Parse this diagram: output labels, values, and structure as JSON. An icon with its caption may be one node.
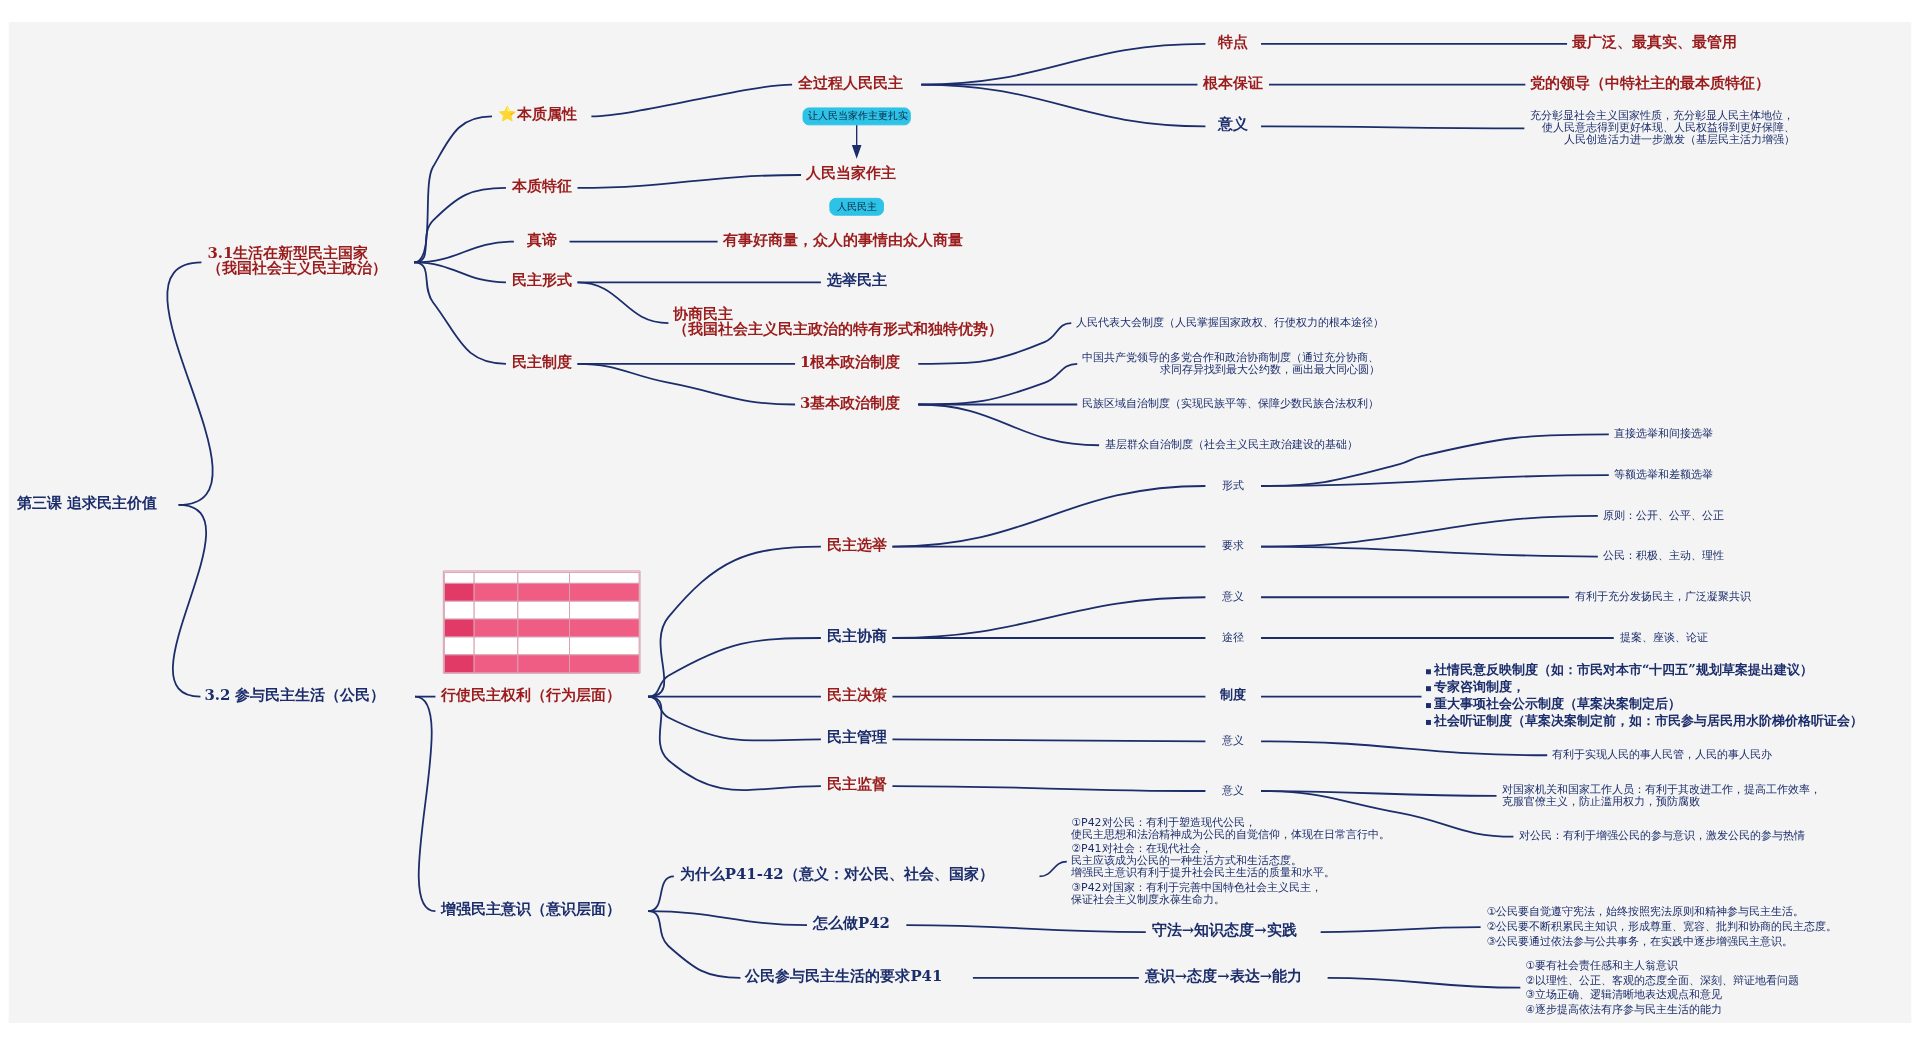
{
  "diagram": {
    "nodes": [
      {
        "text": [
          "第三课 追求民主价值"
        ]
      },
      {
        "text": [
          "3.1生活在新型民主国家（我国社会主义民主政治）"
        ]
      },
      {
        "text": [
          "⭐本质属性"
        ]
      },
      {
        "text": [
          "全过程人民民主"
        ]
      },
      {
        "text": [
          "让人民当家作主更扎实"
        ]
      },
      {
        "text": [
          "特点"
        ]
      },
      {
        "text": [
          "最广泛、最真实、最管用"
        ]
      },
      {
        "text": [
          "根本保证"
        ]
      },
      {
        "text": [
          "党的领导（中特社主的最本质特征）"
        ]
      },
      {
        "text": [
          "意义"
        ]
      },
      {
        "text": [
          "充分彰显社会主义国家性质，充分彰显人民主体地位，使人民意志得到更好体现、人民权益得到更好保障、人民创造活力进一步激发（基层民主活力增强）"
        ]
      },
      {
        "text": [
          "本质特征"
        ]
      },
      {
        "text": [
          "人民当家作主"
        ]
      },
      {
        "text": [
          "人民民主"
        ]
      },
      {
        "text": [
          "真谛"
        ]
      },
      {
        "text": [
          "有事好商量，众人的事情由众人商量"
        ]
      },
      {
        "text": [
          "民主形式"
        ]
      },
      {
        "text": [
          "选举民主"
        ]
      },
      {
        "text": [
          "协商民主（我国社会主义民主政治的特有形式和独特优势）"
        ]
      },
      {
        "text": [
          "民主制度"
        ]
      },
      {
        "text": [
          "1根本政治制度"
        ]
      },
      {
        "text": [
          "人民代表大会制度（人民掌握国家政权、行使权力的根本途径）"
        ]
      },
      {
        "text": [
          "3基本政治制度"
        ]
      },
      {
        "text": [
          "中国共产党领导的多党合作和政治协商制度（通过充分协商、求同存异找到最大公约数，画出最大同心圆）"
        ]
      },
      {
        "text": [
          "民族区域自治制度（实现民族平等、保障少数民族合法权利）"
        ]
      },
      {
        "text": [
          "基层群众自治制度（社会主义民主政治建设的基础）"
        ]
      },
      {
        "text": [
          "3.2 参与民主生活（公民）"
        ]
      },
      {
        "text": [],
        "shape": "picture"
      },
      {
        "text": [
          "行使民主权利（行为层面）"
        ]
      },
      {
        "text": [
          "民主选举"
        ]
      },
      {
        "text": [
          "形式"
        ]
      },
      {
        "text": [
          "直接选举和间接选举"
        ]
      },
      {
        "text": [
          "等额选举和差额选举"
        ]
      },
      {
        "text": [
          "要求"
        ]
      },
      {
        "text": [
          "原则：公开、公平、公正"
        ]
      },
      {
        "text": [
          "公民：积极、主动、理性"
        ]
      },
      {
        "text": [
          "民主协商"
        ]
      },
      {
        "text": [
          "意义"
        ]
      },
      {
        "text": [
          "有利于充分发扬民主，广泛凝聚共识"
        ]
      },
      {
        "text": [
          "途径"
        ]
      },
      {
        "text": [
          "提案、座谈、论证"
        ]
      },
      {
        "text": [
          "民主决策"
        ]
      },
      {
        "text": [
          "制度"
        ]
      },
      {
        "text": [
          "社情民意反映制度（如：市民对本市“十四五”规划草案提出建议）",
          "专家咨询制度，",
          "重大事项社会公示制度（草案决案制定后）",
          "社会听证制度（草案决案制定前，如：市民参与居民用水阶梯价格听证会）"
        ]
      },
      {
        "text": [
          "民主管理"
        ]
      },
      {
        "text": [
          "意义"
        ]
      },
      {
        "text": [
          "有利于实现人民的事人民管，人民的事人民办"
        ]
      },
      {
        "text": [
          "民主监督"
        ]
      },
      {
        "text": [
          "意义"
        ]
      },
      {
        "text": [
          "对国家机关和国家工作人员：有利于其改进工作，提高工作效率，克服官僚主义，防止滥用权力，预防腐败"
        ]
      },
      {
        "text": [
          "对公民：有利于增强公民的参与意识，激发公民的参与热情"
        ]
      },
      {
        "text": [
          "增强民主意识（意识层面）"
        ]
      },
      {
        "text": [
          "为什么P41-42（意义：对公民、社会、国家）"
        ]
      },
      {
        "text": [
          "①P42对公民：有利于塑造现代公民，使民主思想和法治精神成为公民的自觉信仰，体现在日常言行中。",
          "②P41对社会：在现代社会，民主应该成为公民的一种生活方式和生活态度。增强民主意识有利于提升社会民主生活的质量和水平。",
          "③P42对国家：有利于完善中国特色社会主义民主，保证社会主义制度永葆生命力。"
        ]
      },
      {
        "text": [
          "怎么做P42"
        ]
      },
      {
        "text": [
          "守法→知识态度→实践"
        ]
      },
      {
        "text": [
          "①公民要自觉遵守宪法，始终按照宪法原则和精神参与民主生活。",
          "②公民要不断积累民主知识，形成尊重、宽容、批判和协商的民主态度。",
          "③公民要通过依法参与公共事务，在实践中逐步增强民主意识。"
        ]
      },
      {
        "text": [
          "公民参与民主生活的要求P41"
        ]
      },
      {
        "text": [
          "意识→态度→表达→能力"
        ]
      },
      {
        "text": [
          "①要有社会责任感和主人翁意识",
          "②以理性、公正、客观的态度全面、深刻、辩证地看问题",
          "③立场正确、逻辑清晰地表达观点和意见",
          "④逐步提高依法有序参与民主生活的能力"
        ]
      }
    ],
    "edges": [
      {
        "from": 0,
        "to": 1,
        "arrow": "none"
      },
      {
        "from": 0,
        "to": 26,
        "arrow": "none"
      },
      {
        "from": 1,
        "to": 2,
        "arrow": "none"
      },
      {
        "from": 1,
        "to": 11,
        "arrow": "none"
      },
      {
        "from": 1,
        "to": 14,
        "arrow": "none"
      },
      {
        "from": 1,
        "to": 16,
        "arrow": "none"
      },
      {
        "from": 1,
        "to": 19,
        "arrow": "none"
      },
      {
        "from": 2,
        "to": 3,
        "arrow": "none"
      },
      {
        "from": 3,
        "to": 5,
        "arrow": "none"
      },
      {
        "from": 3,
        "to": 7,
        "arrow": "none"
      },
      {
        "from": 3,
        "to": 9,
        "arrow": "none"
      },
      {
        "from": 4,
        "to": 12,
        "arrow": "to"
      },
      {
        "from": 5,
        "to": 6,
        "arrow": "none"
      },
      {
        "from": 7,
        "to": 8,
        "arrow": "none"
      },
      {
        "from": 9,
        "to": 10,
        "arrow": "none"
      },
      {
        "from": 11,
        "to": 12,
        "arrow": "none"
      },
      {
        "from": 14,
        "to": 15,
        "arrow": "none"
      },
      {
        "from": 16,
        "to": 17,
        "arrow": "none"
      },
      {
        "from": 16,
        "to": 18,
        "arrow": "none"
      },
      {
        "from": 19,
        "to": 20,
        "arrow": "none"
      },
      {
        "from": 19,
        "to": 22,
        "arrow": "none"
      },
      {
        "from": 20,
        "to": 21,
        "arrow": "none"
      },
      {
        "from": 22,
        "to": 23,
        "arrow": "none"
      },
      {
        "from": 22,
        "to": 24,
        "arrow": "none"
      },
      {
        "from": 22,
        "to": 25,
        "arrow": "none"
      },
      {
        "from": 26,
        "to": 28,
        "arrow": "none"
      },
      {
        "from": 26,
        "to": 51,
        "arrow": "none"
      },
      {
        "from": 28,
        "to": 29,
        "arrow": "none"
      },
      {
        "from": 28,
        "to": 36,
        "arrow": "none"
      },
      {
        "from": 28,
        "to": 41,
        "arrow": "none"
      },
      {
        "from": 28,
        "to": 44,
        "arrow": "none"
      },
      {
        "from": 28,
        "to": 47,
        "arrow": "none"
      },
      {
        "from": 29,
        "to": 30,
        "arrow": "none"
      },
      {
        "from": 29,
        "to": 33,
        "arrow": "none"
      },
      {
        "from": 30,
        "to": 31,
        "arrow": "none"
      },
      {
        "from": 30,
        "to": 32,
        "arrow": "none"
      },
      {
        "from": 33,
        "to": 34,
        "arrow": "none"
      },
      {
        "from": 33,
        "to": 35,
        "arrow": "none"
      },
      {
        "from": 36,
        "to": 37,
        "arrow": "none"
      },
      {
        "from": 36,
        "to": 39,
        "arrow": "none"
      },
      {
        "from": 37,
        "to": 38,
        "arrow": "none"
      },
      {
        "from": 39,
        "to": 40,
        "arrow": "none"
      },
      {
        "from": 41,
        "to": 42,
        "arrow": "none"
      },
      {
        "from": 42,
        "to": 43,
        "arrow": "none"
      },
      {
        "from": 44,
        "to": 45,
        "arrow": "none"
      },
      {
        "from": 45,
        "to": 46,
        "arrow": "none"
      },
      {
        "from": 47,
        "to": 48,
        "arrow": "none"
      },
      {
        "from": 48,
        "to": 49,
        "arrow": "none"
      },
      {
        "from": 48,
        "to": 50,
        "arrow": "none"
      },
      {
        "from": 51,
        "to": 52,
        "arrow": "none"
      },
      {
        "from": 51,
        "to": 54,
        "arrow": "none"
      },
      {
        "from": 51,
        "to": 57,
        "arrow": "none"
      },
      {
        "from": 52,
        "to": 53,
        "arrow": "none"
      },
      {
        "from": 54,
        "to": 55,
        "arrow": "none"
      },
      {
        "from": 55,
        "to": 56,
        "arrow": "none"
      },
      {
        "from": 57,
        "to": 58,
        "arrow": "none"
      },
      {
        "from": 58,
        "to": 59,
        "arrow": "none"
      }
    ]
  }
}
